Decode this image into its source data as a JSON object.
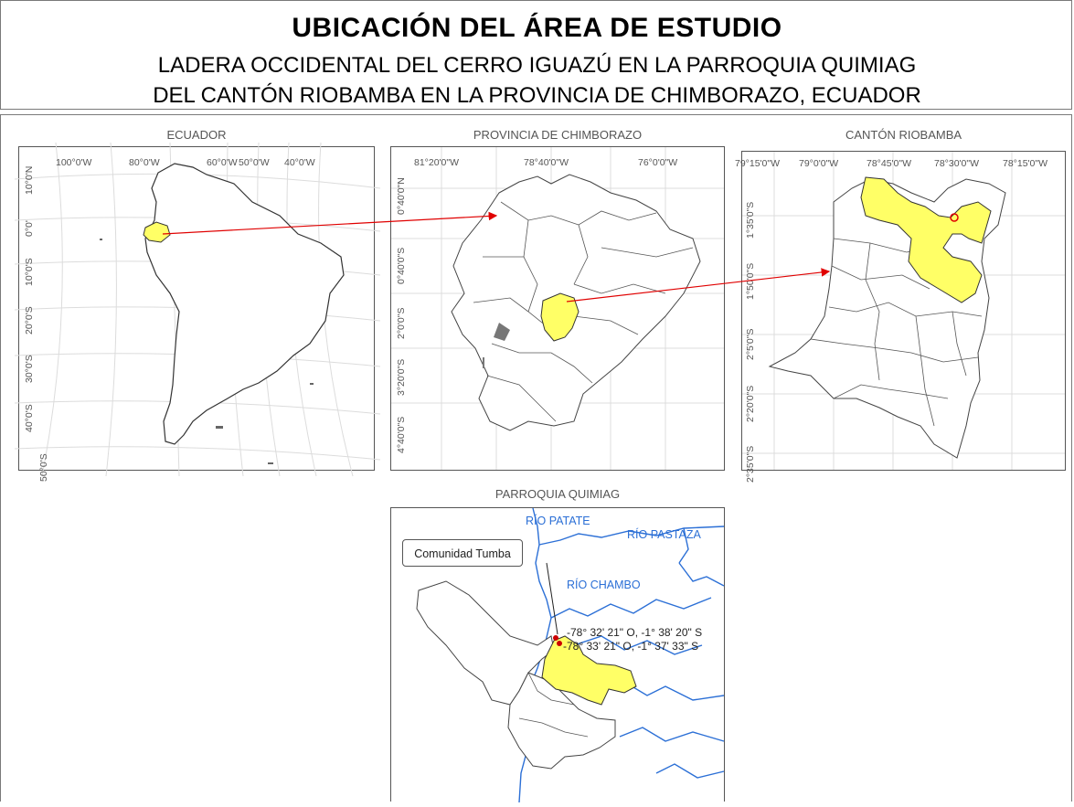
{
  "title": {
    "main": "UBICACIÓN DEL ÁREA DE ESTUDIO",
    "line1": "LADERA OCCIDENTAL DEL CERRO IGUAZÚ EN LA PARROQUIA QUIMIAG",
    "line2": "DEL CANTÓN RIOBAMBA EN LA PROVINCIA DE CHIMBORAZO, ECUADOR"
  },
  "maps": {
    "ecuador": {
      "label": "ECUADOR",
      "lon_ticks": [
        "100°0'W",
        "80°0'W",
        "60°0'W",
        "50°0'W",
        "40°0'W"
      ],
      "lat_ticks": [
        "10°0'N",
        "0°0'",
        "10°0'S",
        "20°0'S",
        "30°0'S",
        "40°0'S",
        "50°0'S"
      ]
    },
    "chimborazo": {
      "label": "PROVINCIA DE CHIMBORAZO",
      "lon_ticks": [
        "81°20'0\"W",
        "78°40'0\"W",
        "76°0'0\"W"
      ],
      "lat_ticks": [
        "0°40'0\"N",
        "0°40'0\"S",
        "2°0'0\"S",
        "3°20'0\"S",
        "4°40'0\"S"
      ]
    },
    "riobamba": {
      "label": "CANTÓN RIOBAMBA",
      "lon_ticks": [
        "79°15'0\"W",
        "79°0'0\"W",
        "78°45'0\"W",
        "78°30'0\"W",
        "78°15'0\"W"
      ],
      "lat_ticks": [
        "1°35'0\"S",
        "1°50'0\"S",
        "2°5'0\"S",
        "2°20'0\"S",
        "2°35'0\"S"
      ]
    },
    "quimiag": {
      "label": "PARROQUIA QUIMIAG",
      "rivers": [
        "RÍO PATATE",
        "RÍO PASTAZA",
        "RÍO CHAMBO"
      ],
      "callout": "Comunidad Tumba",
      "coord1": "-78° 32' 21\" O, -1° 38' 20\" S",
      "coord2": "-78° 33' 21\" O, -1° 37' 33\" S"
    }
  },
  "colors": {
    "highlight": "#ffff66",
    "river": "#2b6fd6",
    "arrow": "#e00000",
    "border": "#555555"
  }
}
